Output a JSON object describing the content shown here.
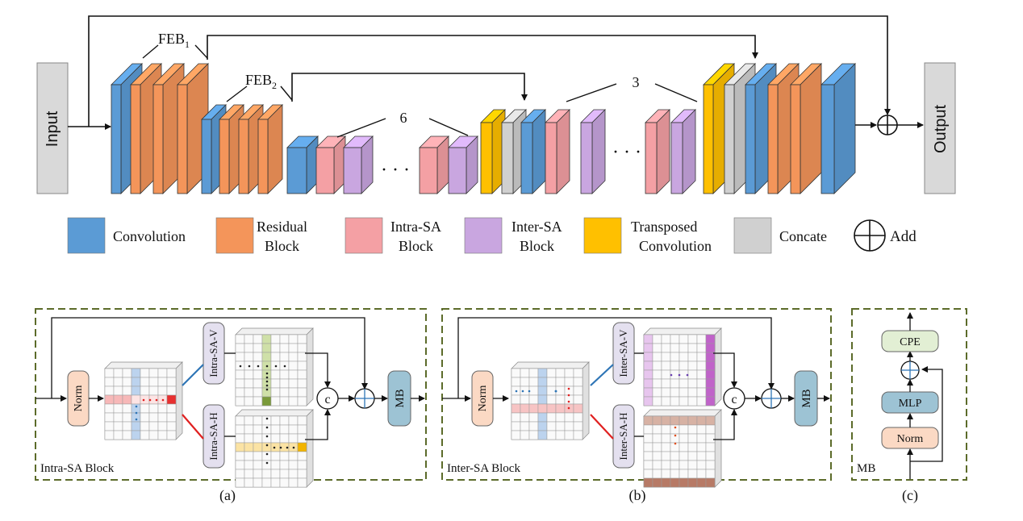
{
  "top": {
    "input_label": "Input",
    "output_label": "Output",
    "feb1_label": "FEB",
    "feb1_sub": "1",
    "feb2_label": "FEB",
    "feb2_sub": "2",
    "count_six": "6",
    "count_three": "3",
    "dots": "· · ·"
  },
  "legend": {
    "items": [
      {
        "color": "#5b9bd5",
        "lines": [
          "Convolution"
        ]
      },
      {
        "color": "#f4955a",
        "lines": [
          "Residual",
          "Block"
        ]
      },
      {
        "color": "#f4a0a4",
        "lines": [
          "Intra-SA",
          "Block"
        ]
      },
      {
        "color": "#c9a6e0",
        "lines": [
          "Inter-SA",
          "Block"
        ]
      },
      {
        "color": "#ffc000",
        "lines": [
          "Transposed",
          "Convolution"
        ]
      },
      {
        "color": "#d0d0d0",
        "lines": [
          "Concate"
        ]
      }
    ],
    "add_label": "Add"
  },
  "panel_a": {
    "caption": "Intra-SA Block",
    "norm": "Norm",
    "v_label": "Intra-SA-V",
    "h_label": "Intra-SA-H",
    "concat": "c",
    "mb": "MB",
    "letter": "(a)"
  },
  "panel_b": {
    "caption": "Inter-SA Block",
    "norm": "Norm",
    "v_label": "Inter-SA-V",
    "h_label": "Inter-SA-H",
    "concat": "c",
    "mb": "MB",
    "letter": "(b)"
  },
  "panel_c": {
    "caption": "MB",
    "cpe": "CPE",
    "mlp": "MLP",
    "norm": "Norm",
    "letter": "(c)"
  },
  "colors": {
    "conv": "#5b9bd5",
    "residual": "#f4955a",
    "intra": "#f4a0a4",
    "inter": "#c9a6e0",
    "transposed": "#ffc000",
    "concat": "#d0d0d0",
    "panel_border": "#5c6b2a"
  }
}
